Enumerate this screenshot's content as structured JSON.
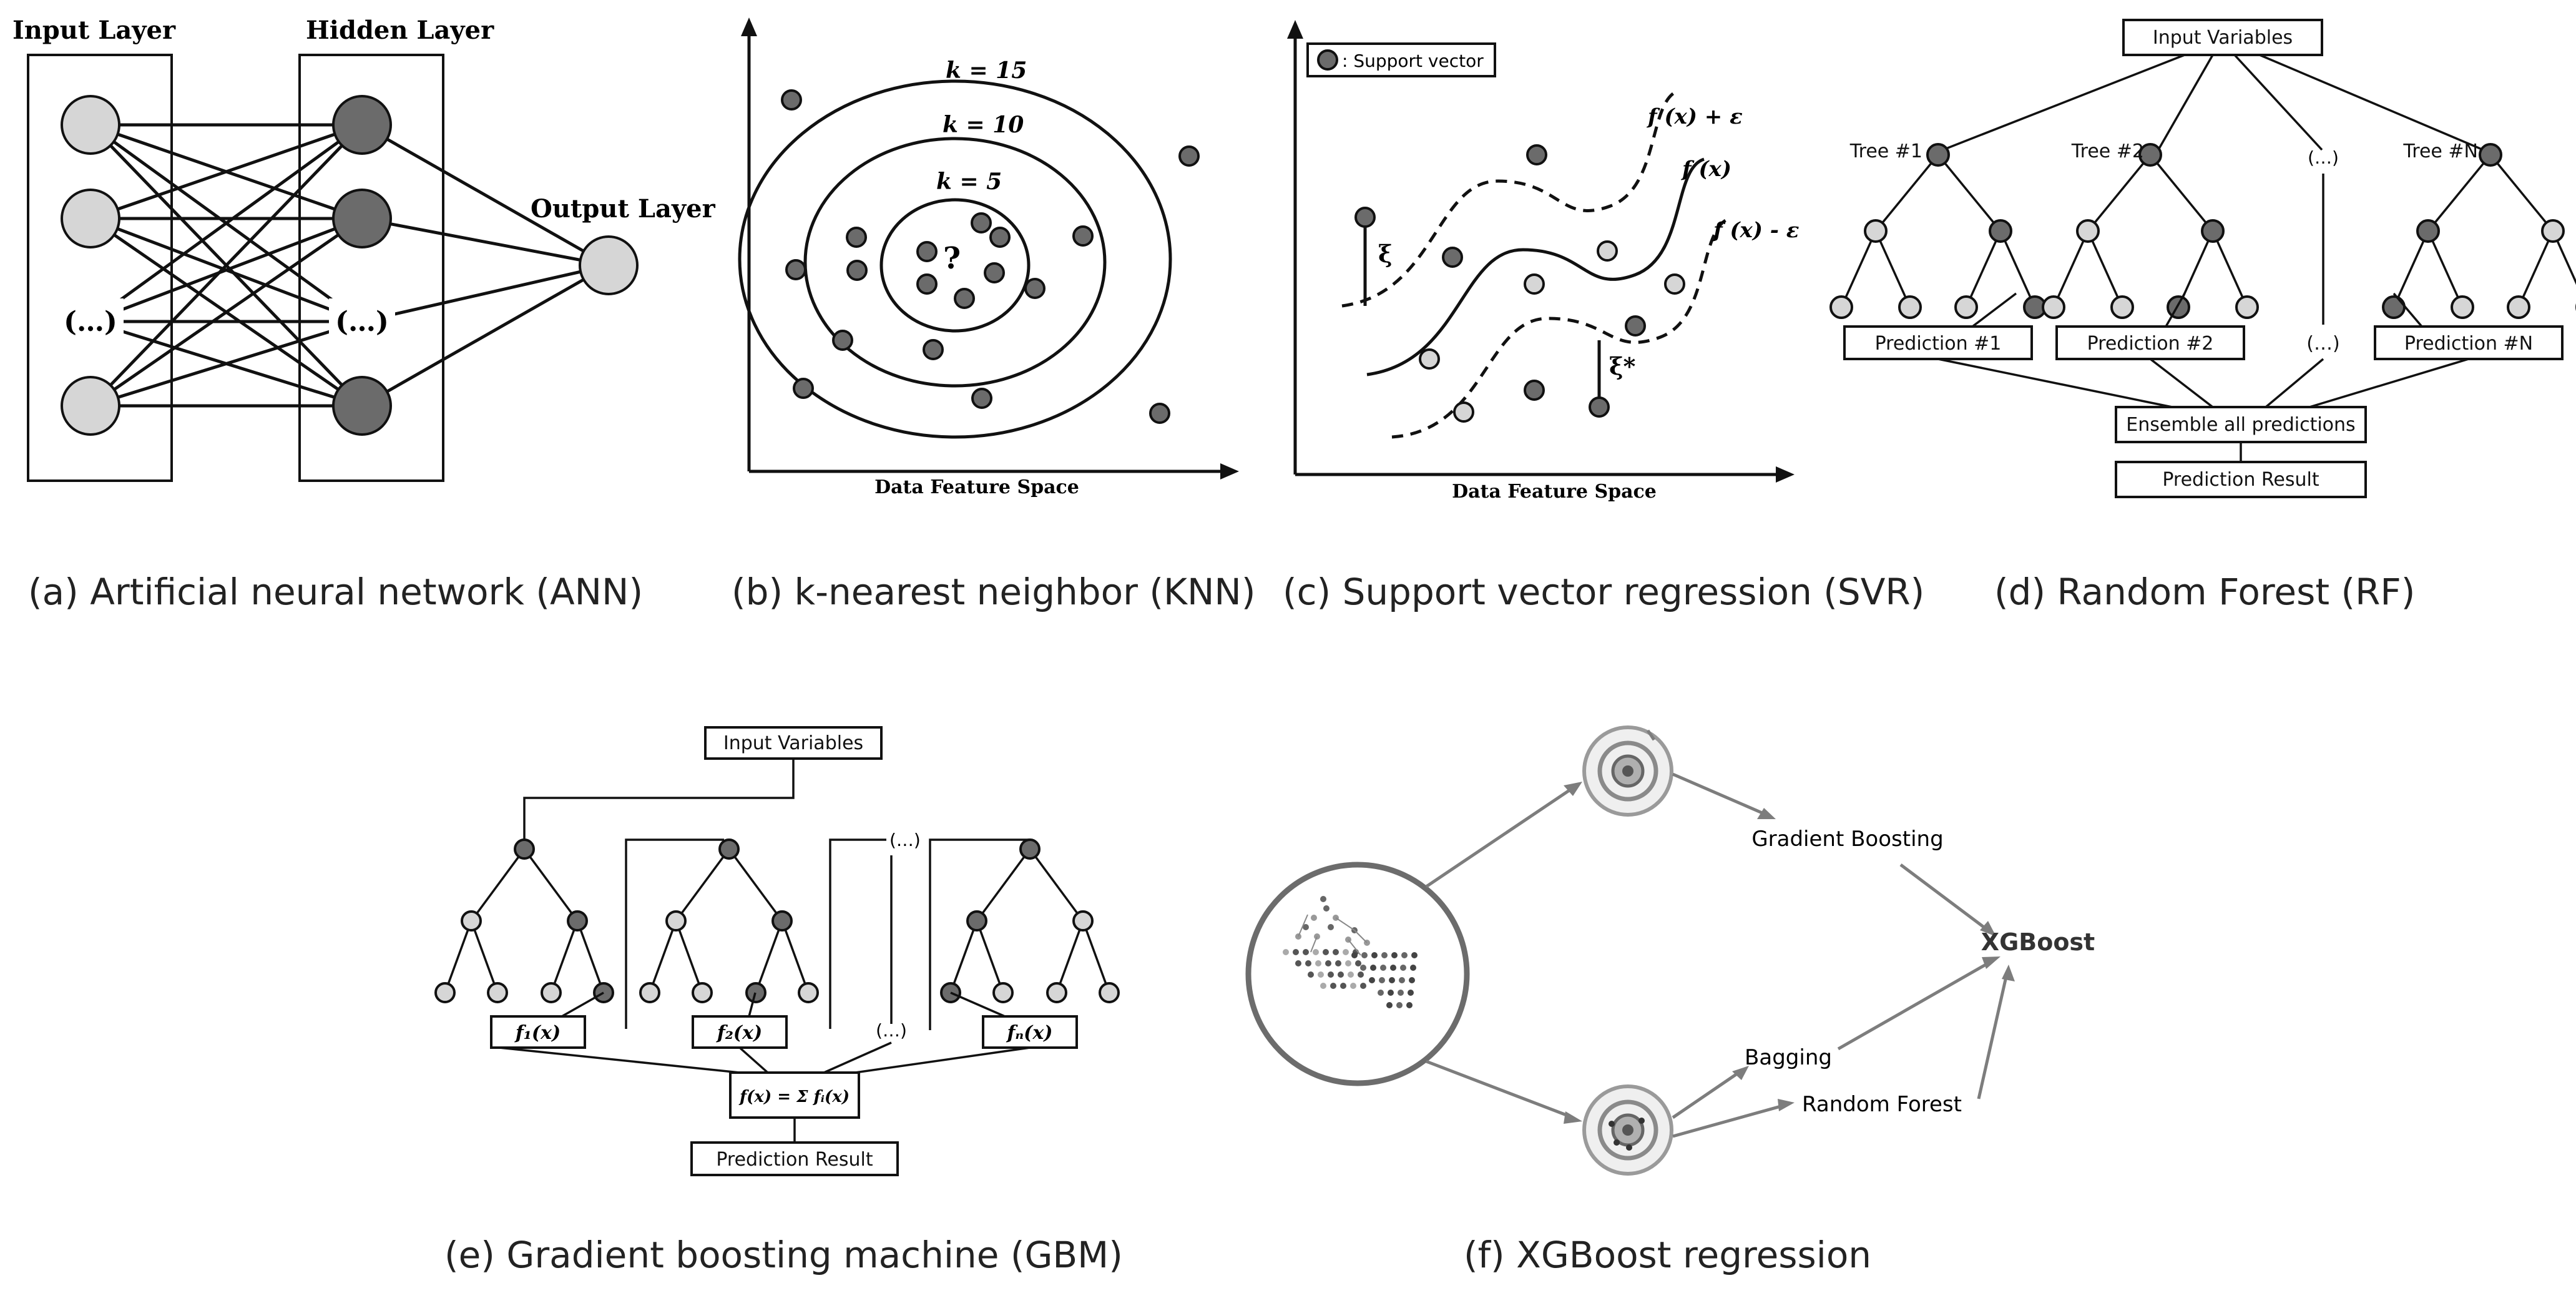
{
  "captions": {
    "a": "(a) Artificial neural network (ANN)",
    "b": "(b) k-nearest neighbor (KNN)",
    "c": "(c) Support vector regression (SVR)",
    "d": "(d) Random Forest (RF)",
    "e": "(e) Gradient boosting machine (GBM)",
    "f": "(f) XGBoost regression"
  },
  "ann": {
    "input_layer": "Input Layer",
    "hidden_layer": "Hidden Layer",
    "output_layer": "Output Layer",
    "ellipsis_input": "(…)",
    "ellipsis_hidden": "(…)"
  },
  "knn": {
    "k15": "k = 15",
    "k10": "k = 10",
    "k5": "k = 5",
    "query": "?",
    "xlabel": "Data Feature Space"
  },
  "svr": {
    "legend": ": Support vector",
    "f_plus": "f (x) + ε",
    "f": "f (x)",
    "f_minus": "f (x) - ε",
    "xi": "ξ",
    "xi_star": "ξ*",
    "xlabel": "Data Feature Space"
  },
  "rf": {
    "input": "Input Variables",
    "tree1": "Tree #1",
    "tree2": "Tree #2",
    "treeN": "Tree #N",
    "ellipsis": "(…)",
    "pred1": "Prediction #1",
    "pred2": "Prediction #2",
    "pred_ellipsis": "(…)",
    "predN": "Prediction #N",
    "ensemble": "Ensemble all predictions",
    "result": "Prediction Result"
  },
  "gbm": {
    "input": "Input Variables",
    "ellipsis_top": "(…)",
    "ellipsis_bottom": "(…)",
    "f1": "f₁(x)",
    "f2": "f₂(x)",
    "fn": "fₙ(x)",
    "sum": "f(x) = Σ fᵢ(x)",
    "result": "Prediction Result"
  },
  "xgb": {
    "gradient_boosting": "Gradient Boosting",
    "xgboost": "XGBoost",
    "bagging": "Bagging",
    "random_forest": "Random Forest"
  }
}
